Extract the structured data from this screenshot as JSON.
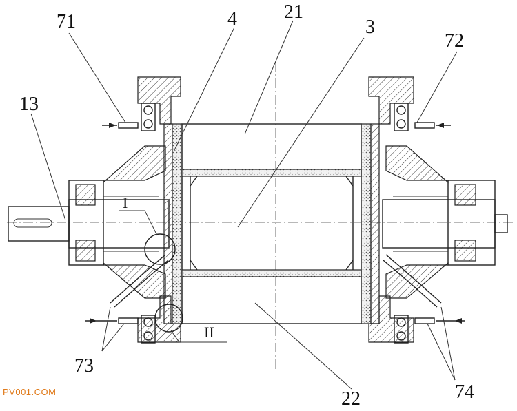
{
  "labels": {
    "l71": "71",
    "l4": "4",
    "l21": "21",
    "l3": "3",
    "l72": "72",
    "l13": "13",
    "l73": "73",
    "l22": "22",
    "l74": "74",
    "detail1": "I",
    "detail2": "II"
  },
  "watermark": "PV001.COM"
}
